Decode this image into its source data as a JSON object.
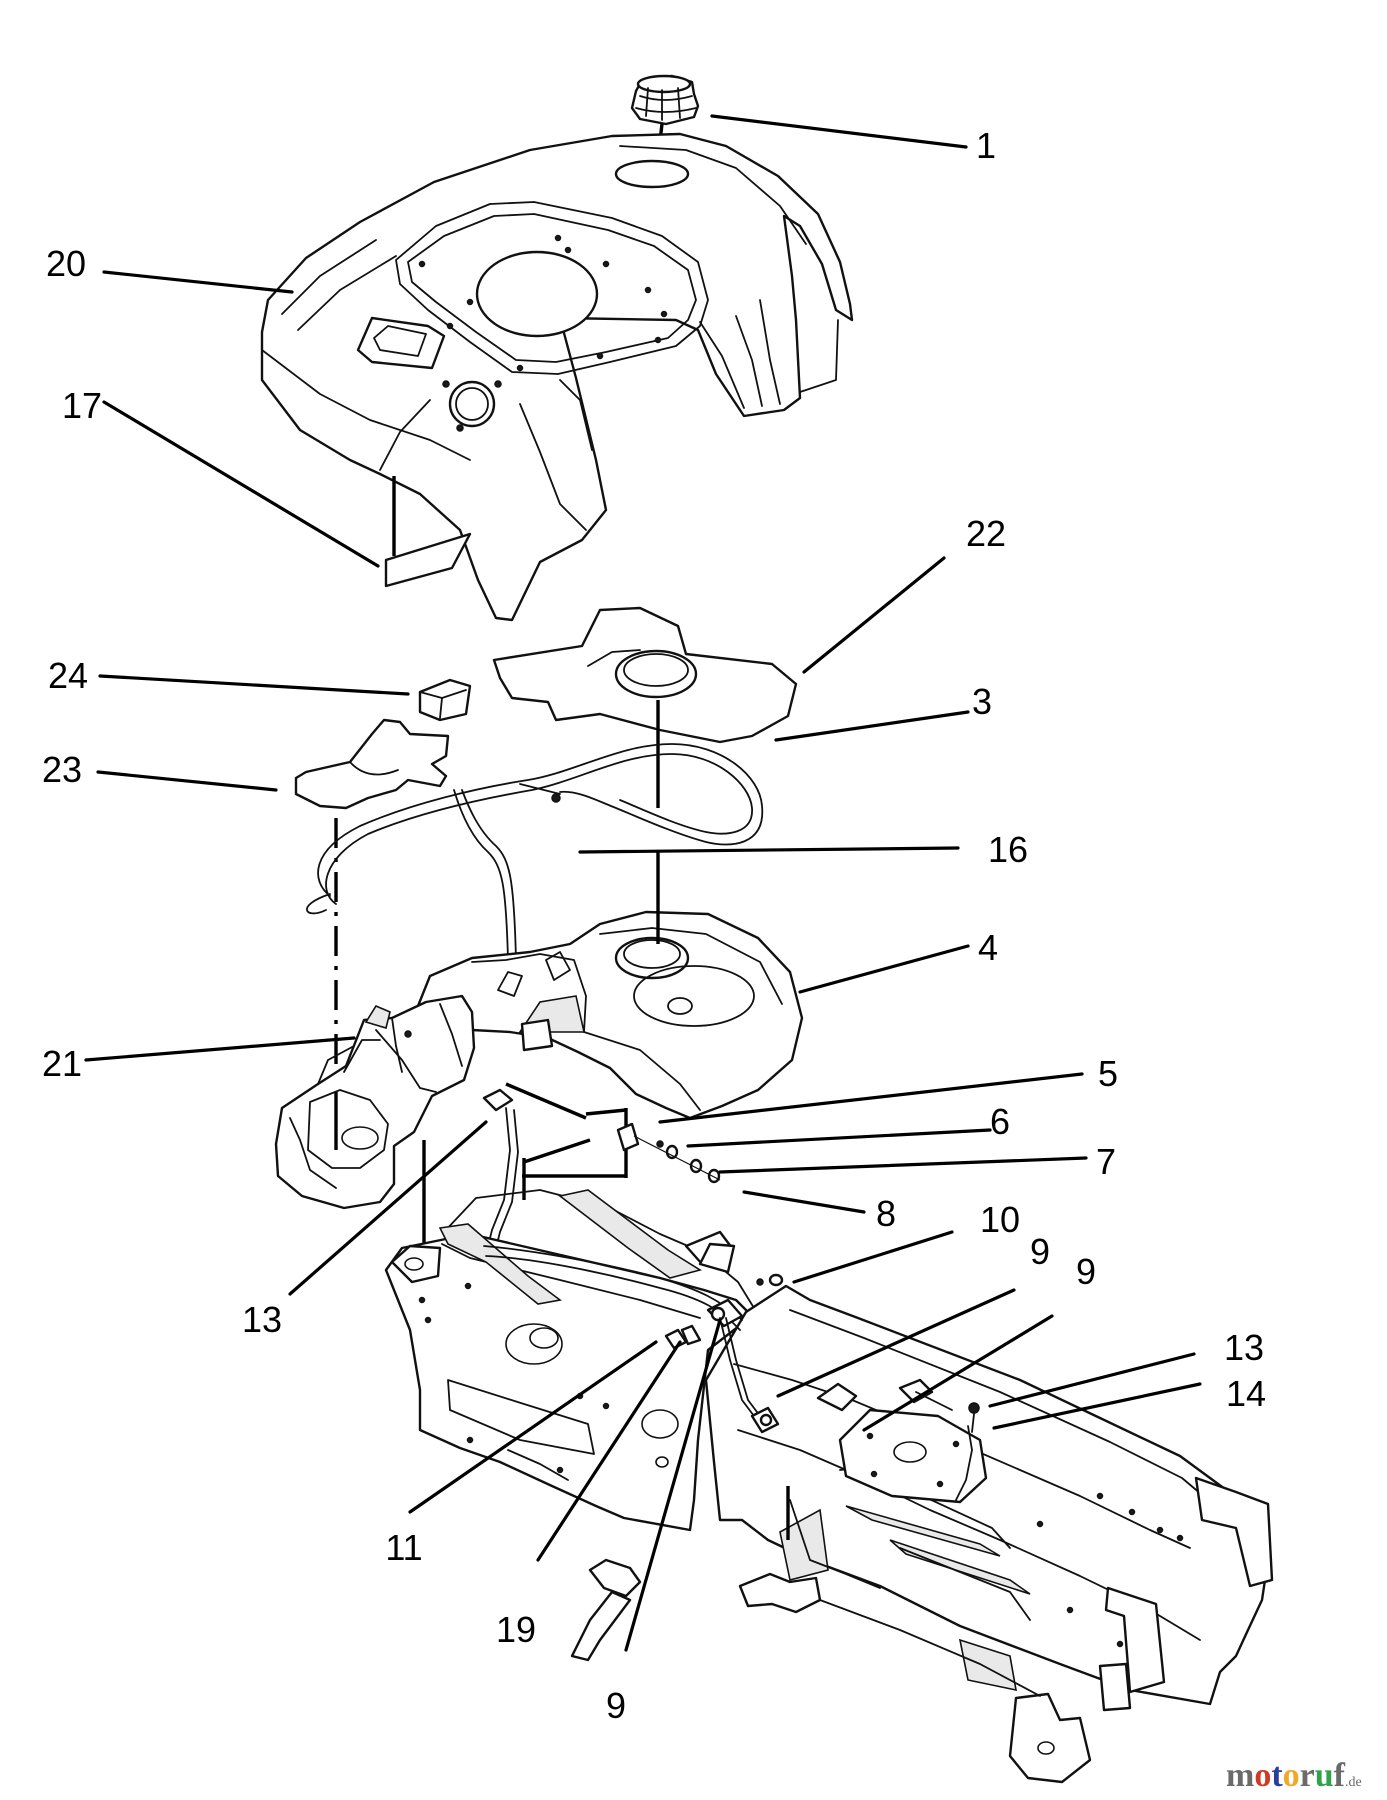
{
  "callouts": [
    {
      "label": "1"
    },
    {
      "label": "20"
    },
    {
      "label": "17"
    },
    {
      "label": "22"
    },
    {
      "label": "24"
    },
    {
      "label": "3"
    },
    {
      "label": "23"
    },
    {
      "label": "16"
    },
    {
      "label": "4"
    },
    {
      "label": "21"
    },
    {
      "label": "5"
    },
    {
      "label": "6"
    },
    {
      "label": "7"
    },
    {
      "label": "8"
    },
    {
      "label": "13"
    },
    {
      "label": "10"
    },
    {
      "label": "9"
    },
    {
      "label": "9"
    },
    {
      "label": "13"
    },
    {
      "label": "14"
    },
    {
      "label": "11"
    },
    {
      "label": "19"
    },
    {
      "label": "9"
    }
  ],
  "watermark": {
    "letters": [
      "m",
      "o",
      "t",
      "o",
      "r",
      "u",
      "f"
    ],
    "suffix": ".de"
  }
}
